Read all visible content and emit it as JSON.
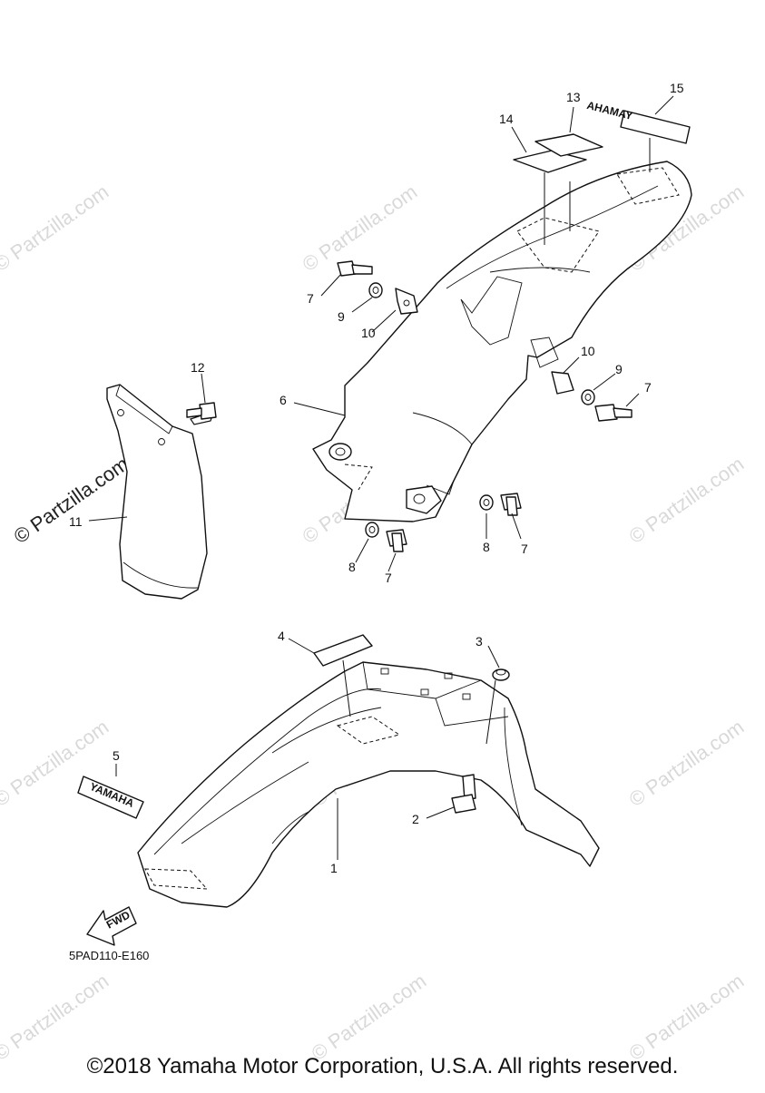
{
  "watermark": {
    "light_text": "© Partzilla.com",
    "strong_text": "© Partzilla.com"
  },
  "callouts": {
    "c1": "1",
    "c2": "2",
    "c3": "3",
    "c4": "4",
    "c5": "5",
    "c6": "6",
    "c7a": "7",
    "c7b": "7",
    "c7c": "7",
    "c7d": "7",
    "c8a": "8",
    "c8b": "8",
    "c9a": "9",
    "c9b": "9",
    "c10a": "10",
    "c10b": "10",
    "c11": "11",
    "c12": "12",
    "c13": "13",
    "c14": "14",
    "c15": "15"
  },
  "decals": {
    "front_decal": "YAMAHA",
    "rear_decal": "YAMAHA",
    "fwd_arrow": "FWD"
  },
  "diagram_code": "5PAD110-E160",
  "copyright": "©2018 Yamaha Motor Corporation, U.S.A. All rights reserved."
}
